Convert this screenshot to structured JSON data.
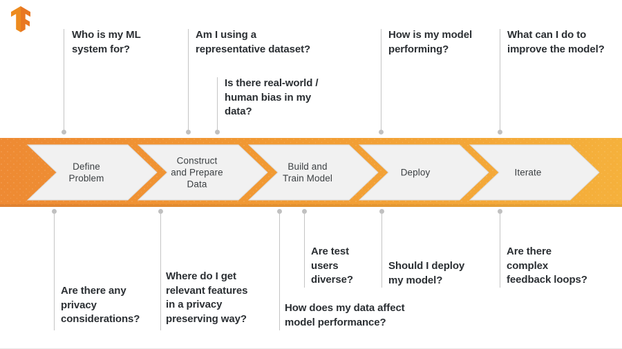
{
  "logo": {
    "name": "tensorflow-logo",
    "colors": {
      "light": "#F6A12A",
      "mid": "#ED8B1F",
      "dark": "#E87722"
    }
  },
  "band": {
    "gradient_from": "#EE8A33",
    "gradient_to": "#F5B13C",
    "chevron_fill": "#F1F1F1",
    "chevron_stroke": "#DCDCDC"
  },
  "steps": [
    {
      "id": "define-problem",
      "label": "Define\nProblem"
    },
    {
      "id": "construct-prepare-data",
      "label": "Construct\nand Prepare\nData"
    },
    {
      "id": "build-train-model",
      "label": "Build and\nTrain Model"
    },
    {
      "id": "deploy",
      "label": "Deploy"
    },
    {
      "id": "iterate",
      "label": "Iterate"
    }
  ],
  "callouts_above": [
    {
      "id": "who-is-my-ml-system-for",
      "text": "Who is my ML\nsystem for?"
    },
    {
      "id": "representative-dataset",
      "text": "Am I using a\nrepresentative dataset?"
    },
    {
      "id": "real-world-human-bias",
      "text": "Is there real-world /\nhuman bias in my\ndata?"
    },
    {
      "id": "how-is-my-model-performing",
      "text": "How is my model\nperforming?"
    },
    {
      "id": "improve-the-model",
      "text": "What can I do to\nimprove the model?"
    }
  ],
  "callouts_below": [
    {
      "id": "privacy-considerations",
      "text": "Are there any\nprivacy\nconsiderations?"
    },
    {
      "id": "relevant-features-privacy",
      "text": "Where do I get\nrelevant features\nin a privacy\npreserving way?"
    },
    {
      "id": "data-affect-model-performance",
      "text": "How does my data affect\nmodel performance?"
    },
    {
      "id": "test-users-diverse",
      "text": "Are test\nusers\ndiverse?"
    },
    {
      "id": "should-i-deploy-my-model",
      "text": "Should I deploy\nmy model?"
    },
    {
      "id": "complex-feedback-loops",
      "text": "Are there\ncomplex\nfeedback loops?"
    }
  ]
}
